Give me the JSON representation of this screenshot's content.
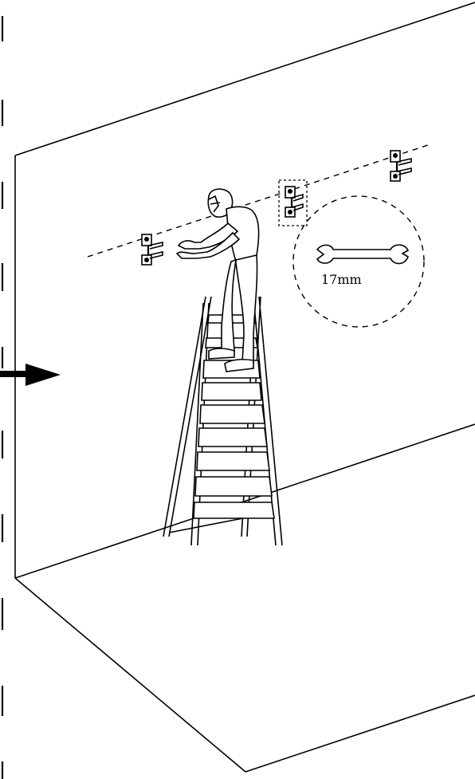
{
  "callout": {
    "tool_icon": "wrench-icon",
    "wrench_size_label": "17mm"
  },
  "indicator": {
    "arrow_icon": "arrow-right-icon"
  },
  "brackets": {
    "count": 3,
    "icon": "wall-bracket-icon",
    "highlighted_index": 1
  }
}
